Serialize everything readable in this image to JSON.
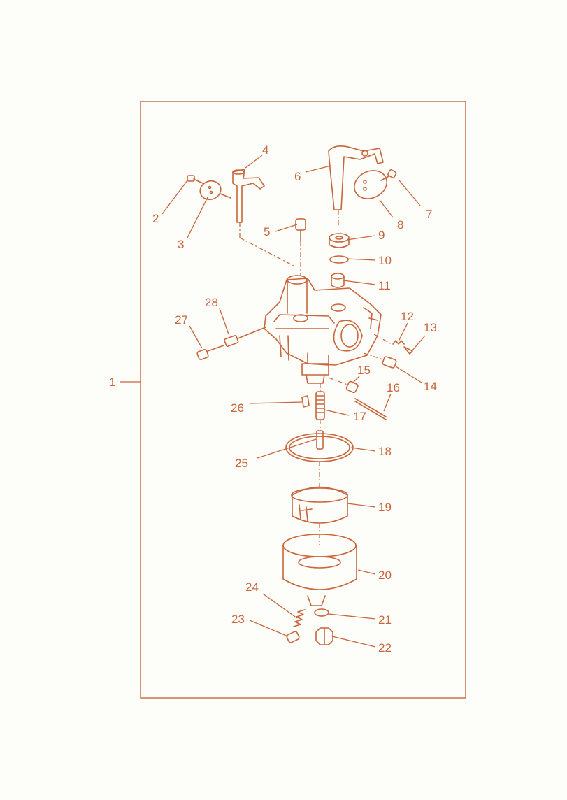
{
  "diagram": {
    "frame_label": "1",
    "colors": {
      "ink": "#c8653a",
      "paper": "#fdfdfa"
    },
    "callouts": [
      {
        "id": "p2",
        "text": "2"
      },
      {
        "id": "p3",
        "text": "3"
      },
      {
        "id": "p4",
        "text": "4"
      },
      {
        "id": "p5",
        "text": "5"
      },
      {
        "id": "p6",
        "text": "6"
      },
      {
        "id": "p7",
        "text": "7"
      },
      {
        "id": "p8",
        "text": "8"
      },
      {
        "id": "p9",
        "text": "9"
      },
      {
        "id": "p10",
        "text": "10"
      },
      {
        "id": "p11",
        "text": "11"
      },
      {
        "id": "p12",
        "text": "12"
      },
      {
        "id": "p13",
        "text": "13"
      },
      {
        "id": "p14",
        "text": "14"
      },
      {
        "id": "p15",
        "text": "15"
      },
      {
        "id": "p16",
        "text": "16"
      },
      {
        "id": "p17",
        "text": "17"
      },
      {
        "id": "p18",
        "text": "18"
      },
      {
        "id": "p19",
        "text": "19"
      },
      {
        "id": "p20",
        "text": "20"
      },
      {
        "id": "p21",
        "text": "21"
      },
      {
        "id": "p22",
        "text": "22"
      },
      {
        "id": "p23",
        "text": "23"
      },
      {
        "id": "p24",
        "text": "24"
      },
      {
        "id": "p25",
        "text": "25"
      },
      {
        "id": "p26",
        "text": "26"
      },
      {
        "id": "p27",
        "text": "27"
      },
      {
        "id": "p28",
        "text": "28"
      }
    ]
  }
}
